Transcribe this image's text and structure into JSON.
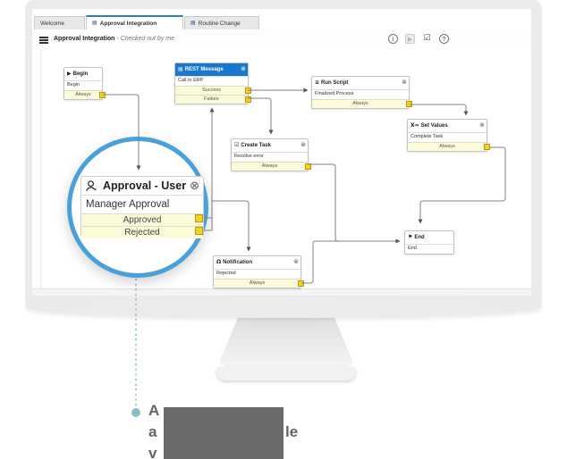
{
  "tabs": {
    "items": [
      {
        "label": "Welcome",
        "active": false,
        "has_icon": false
      },
      {
        "label": "Approval Integration",
        "active": true,
        "has_icon": true
      },
      {
        "label": "Routine Change",
        "active": false,
        "has_icon": true
      }
    ]
  },
  "toolbar": {
    "title": "Approval Integration",
    "status": "- Checked out by me",
    "icons": [
      "info",
      "play",
      "checkbox",
      "help"
    ],
    "info_glyph": "i",
    "play_glyph": "▶",
    "check_glyph": "☑",
    "help_glyph": "?"
  },
  "nodes": {
    "begin": {
      "title": "Begin",
      "body": "Begin",
      "transitions": [
        "Always"
      ]
    },
    "rest": {
      "title": "REST Message",
      "body": "Call to ERP",
      "transitions": [
        "Success",
        "Failure"
      ]
    },
    "run_script": {
      "title": "Run Script",
      "body": "Finalized Process",
      "transitions": [
        "Always"
      ]
    },
    "set_values": {
      "title": "Set Values",
      "body": "Complete Task",
      "transitions": [
        "Always"
      ]
    },
    "create_task": {
      "title": "Create Task",
      "body": "Resolve error",
      "transitions": [
        "Always"
      ]
    },
    "notification": {
      "title": "Notification",
      "body": "Rejected",
      "transitions": [
        "Always"
      ]
    },
    "end": {
      "title": "End",
      "body": "End",
      "transitions": []
    }
  },
  "magnifier": {
    "title": "Approval - User",
    "body": "Manager Approval",
    "transitions": [
      "Approved",
      "Rejected"
    ]
  },
  "caption": {
    "line1_start": "A",
    "line2_start": "a",
    "line2_end": "le",
    "line3_start": "v"
  },
  "colors": {
    "selected_header_blue": "#1878d0",
    "active_tab_blue": "#2e7cc0",
    "magnifier_ring": "#4aa0d9",
    "transition_bg": "#fbfbd9",
    "transition_square": "#f6d11c",
    "connector_grey": "#808080",
    "teal_dot": "#8abec6",
    "redaction_grey": "#6a6a6a",
    "bezel_grey": "#ebebeb"
  }
}
